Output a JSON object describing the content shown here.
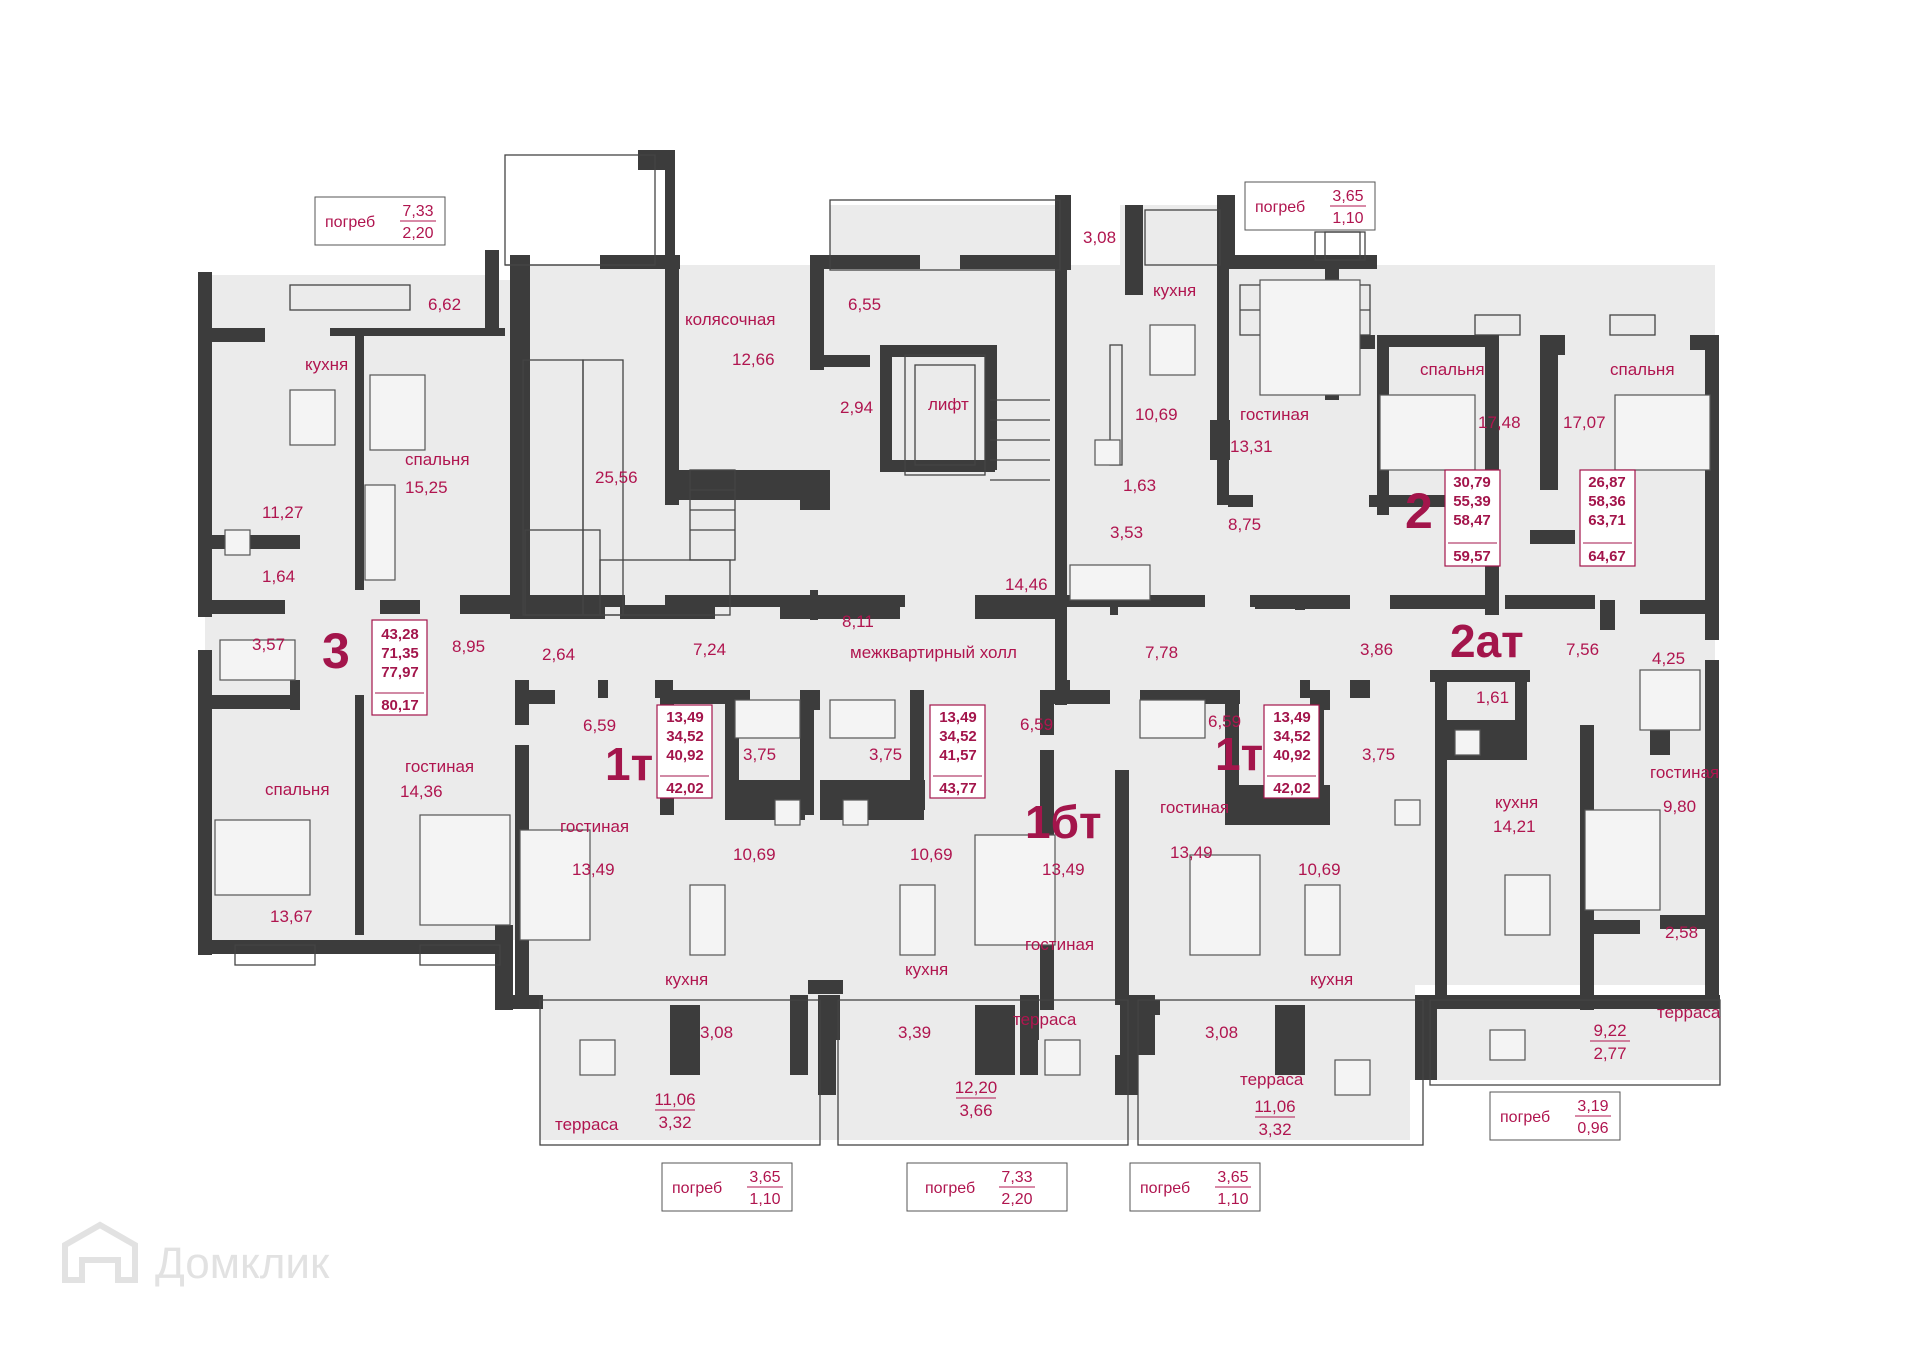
{
  "watermark": "Домклик",
  "apartment_types": {
    "a3": "3",
    "a1t_left": "1т",
    "a1bt": "1бт",
    "a1t_right": "1т",
    "a2": "2",
    "a2at": "2ат"
  },
  "area_boxes": {
    "a3": [
      "43,28",
      "71,35",
      "77,97",
      "80,17"
    ],
    "a1t_left": [
      "13,49",
      "34,52",
      "40,92",
      "42,02"
    ],
    "a1bt": [
      "13,49",
      "34,52",
      "41,57",
      "43,77"
    ],
    "a1t_right": [
      "13,49",
      "34,52",
      "40,92",
      "42,02"
    ],
    "a2": [
      "30,79",
      "55,39",
      "58,47",
      "59,57"
    ],
    "a2at": [
      "26,87",
      "58,36",
      "63,71",
      "64,67"
    ]
  },
  "cellars": {
    "top_left": {
      "label": "погреб",
      "num": "7,33",
      "den": "2,20"
    },
    "top_right": {
      "label": "погреб",
      "num": "3,65",
      "den": "1,10"
    },
    "bottom_1": {
      "label": "погреб",
      "num": "3,65",
      "den": "1,10"
    },
    "bottom_2": {
      "label": "погреб",
      "num": "7,33",
      "den": "2,20"
    },
    "bottom_3": {
      "label": "погреб",
      "num": "3,65",
      "den": "1,10"
    },
    "bottom_right": {
      "label": "погреб",
      "num": "3,19",
      "den": "0,96"
    }
  },
  "labels": {
    "kitchen_3": "кухня",
    "bedroom_3a": "спальня",
    "bedroom_3b": "спальня",
    "living_3": "гостиная",
    "stroller": "колясочная",
    "lift": "лифт",
    "hall": "межквартирный холл",
    "kitchen_2": "кухня",
    "living_2": "гостиная",
    "bedroom_2": "спальня",
    "bedroom_2at": "спальня",
    "living_1t_left": "гостиная",
    "kitchen_1t_left": "кухня",
    "kitchen_1bt": "кухня",
    "living_1bt": "гостиная",
    "living_1t_right": "гостиная",
    "kitchen_1t_right": "кухня",
    "kitchen_2at": "кухня",
    "living_2at": "гостиная",
    "terrace_1": "терраса",
    "terrace_2": "терраса",
    "terrace_3": "терраса",
    "terrace_4": "терраса"
  },
  "areas": {
    "a662": "6,62",
    "a1127": "11,27",
    "a164": "1,64",
    "a1525": "15,25",
    "a357": "3,57",
    "a895": "8,95",
    "a1367": "13,67",
    "a1436": "14,36",
    "a264": "2,64",
    "a2556": "25,56",
    "a1266": "12,66",
    "a655": "6,55",
    "a294": "2,94",
    "a724": "7,24",
    "a811": "8,11",
    "a1446": "14,46",
    "a308top": "3,08",
    "a1069top": "10,69",
    "a163": "1,63",
    "a353": "3,53",
    "a1331": "13,31",
    "a875": "8,75",
    "a1748": "17,48",
    "a1707": "17,07",
    "a778": "7,78",
    "a386": "3,86",
    "a756": "7,56",
    "a425": "4,25",
    "a161": "1,61",
    "a1421": "14,21",
    "a980": "9,80",
    "a258": "2,58",
    "a659a": "6,59",
    "a375a": "3,75",
    "a1349a": "13,49",
    "a1069a": "10,69",
    "a375b": "3,75",
    "a1069b": "10,69",
    "a659b": "6,59",
    "a1349b": "13,49",
    "a659c": "6,59",
    "a375c": "3,75",
    "a1349c": "13,49",
    "a1069c": "10,69",
    "a308a": "3,08",
    "a339": "3,39",
    "a308c": "3,08",
    "t1_num": "11,06",
    "t1_den": "3,32",
    "t2_num": "12,20",
    "t2_den": "3,66",
    "t3_num": "11,06",
    "t3_den": "3,32",
    "t4_num": "9,22",
    "t4_den": "2,77"
  }
}
